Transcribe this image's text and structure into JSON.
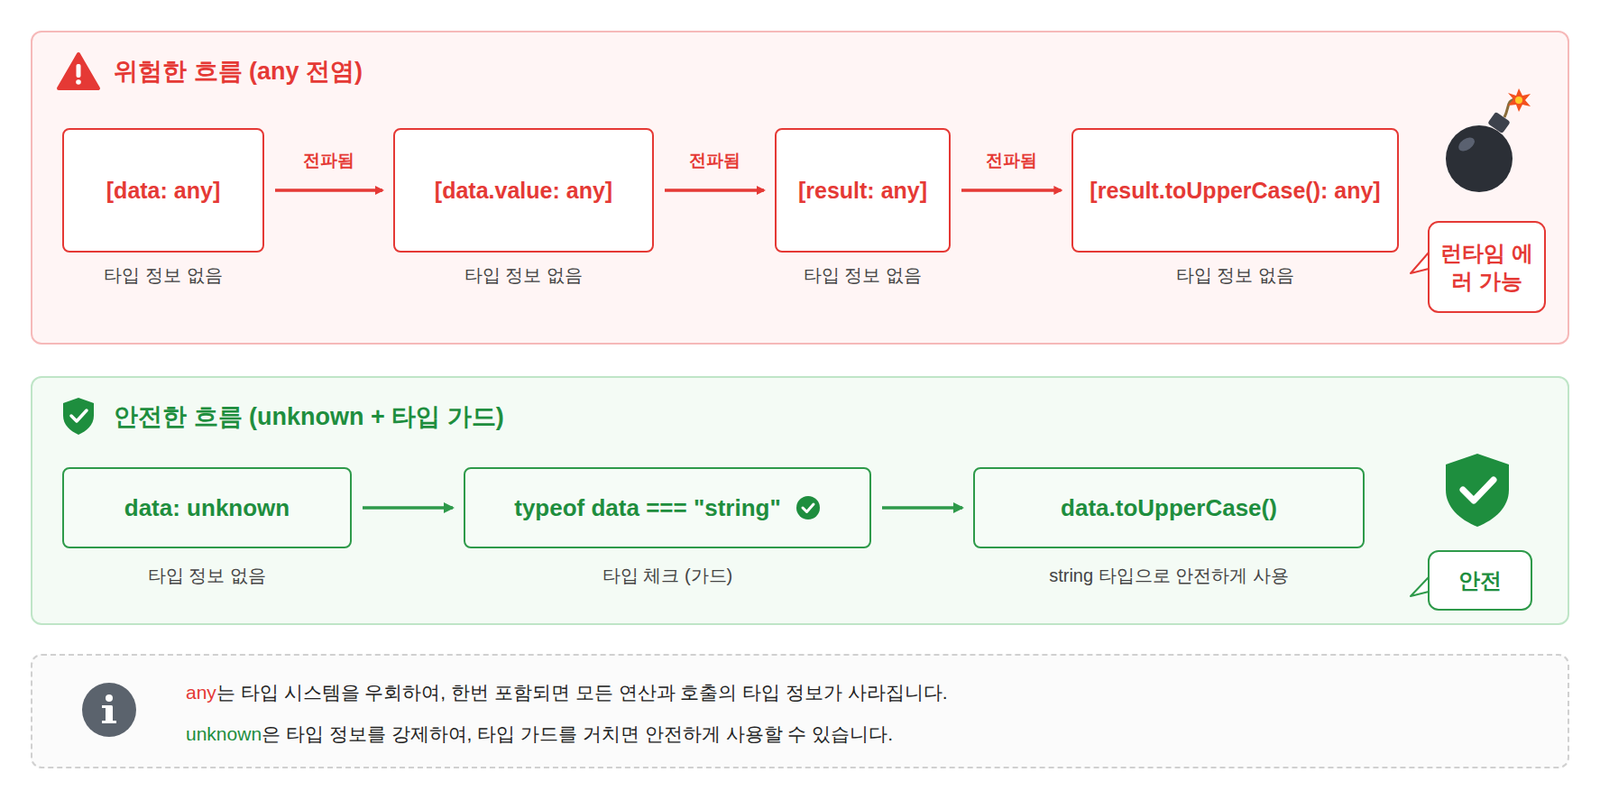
{
  "diagram": {
    "nodes": [
      {
        "text": [
          "위험한 흐름 (any 전염)"
        ]
      },
      {
        "text": [
          "[data: any]",
          "타입 정보 없음"
        ],
        "in": 0
      },
      {
        "text": [
          "[data.value: any]",
          "타입 정보 없음"
        ],
        "in": 0
      },
      {
        "text": [
          "[result: any]",
          "타입 정보 없음"
        ],
        "in": 0
      },
      {
        "text": [
          "[result.toUpperCase(): any]",
          "타입 정보 없음"
        ],
        "in": 0
      },
      {
        "text": [
          "런타임 에러 가능"
        ],
        "in": 0
      },
      {
        "text": [
          "안전한 흐름 (unknown + 타입 가드)"
        ]
      },
      {
        "text": [
          "data: unknown",
          "타입 정보 없음"
        ],
        "in": 6
      },
      {
        "text": [
          "typeof data === \"string\"",
          "타입 체크 (가드)"
        ],
        "in": 6
      },
      {
        "text": [
          "data.toUpperCase()",
          "string 타입으로 안전하게 사용"
        ],
        "in": 6
      },
      {
        "text": [
          "안전"
        ],
        "in": 6
      },
      {
        "text": [
          "any",
          "는 타입 시스템을 우회하여, 한번 포함되면 모든 연산과 호출의 타입 정보가 사라집니다.",
          "unknown",
          "은 타입 정보를 강제하여, 타입 가드를 거치면 안전하게 사용할 수 있습니다."
        ]
      }
    ],
    "edges": [
      {
        "from": 1,
        "to": 2,
        "label": "전파됨",
        "arrow": "to"
      },
      {
        "from": 2,
        "to": 3,
        "label": "전파됨",
        "arrow": "to"
      },
      {
        "from": 3,
        "to": 4,
        "label": "전파됨",
        "arrow": "to"
      },
      {
        "from": 7,
        "to": 8,
        "arrow": "to"
      },
      {
        "from": 8,
        "to": 9,
        "arrow": "to"
      }
    ]
  }
}
